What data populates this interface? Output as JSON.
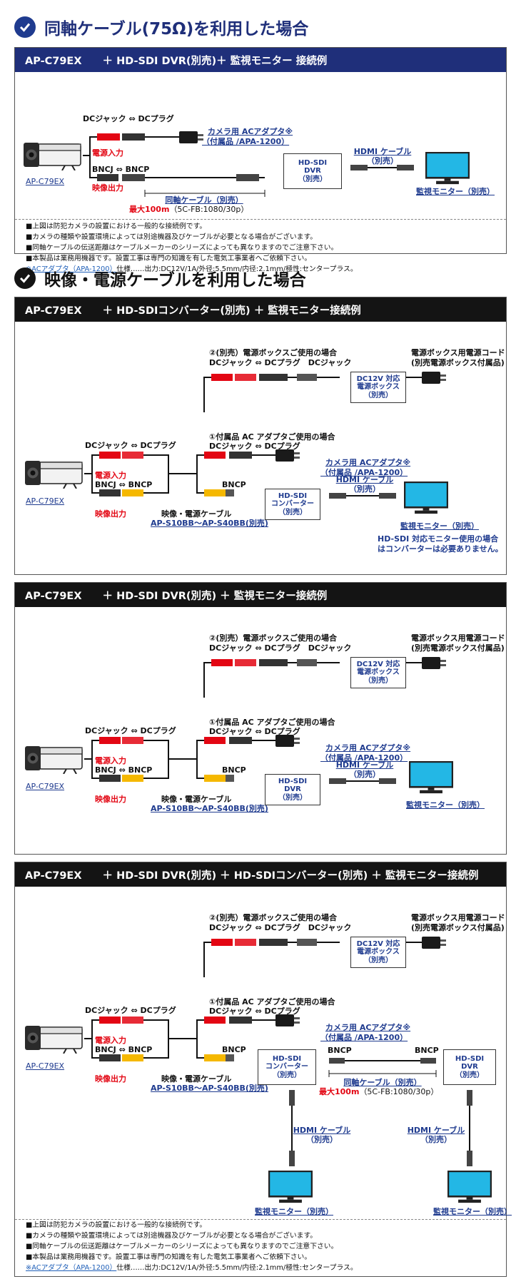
{
  "colors": {
    "navy": "#1f2f7a",
    "red": "#e30613",
    "yellow": "#f5b800",
    "monitor": "#23b7e5"
  },
  "icons": {
    "check": "check-circle-icon",
    "camera": "camera-icon",
    "monitor": "monitor-icon",
    "adapter": "ac-adapter-icon"
  },
  "section1": {
    "title": "同軸ケーブル(75Ω)を利用した場合",
    "panel_title": "AP-C79EX　　＋ HD-SDI DVR(別売)＋ 監視モニター 接続例",
    "dc_label": "DCジャック ⇔ DCプラグ",
    "power_in": "電源入力",
    "bnc_label": "BNCJ ⇔ BNCP",
    "video_out": "映像出力",
    "camera_label": "AP-C79EX",
    "adapter_1": "カメラ用 ACアダプタ※",
    "adapter_2": "（付属品 /APA-1200）",
    "dvr_1": "HD-SDI",
    "dvr_2": "DVR",
    "dvr_3": "（別売）",
    "hdmi_1": "HDMI ケーブル",
    "hdmi_2": "（別売）",
    "coax_title": "同軸ケーブル（別売）",
    "coax_max": "最大100m",
    "coax_spec": "（5C-FB:1080/30p）",
    "monitor": "監視モニター（別売）",
    "notes": [
      "■上図は防犯カメラの設置における一般的な接続例です。",
      "■カメラの種類や設置環境によっては別途機器及びケーブルが必要となる場合がございます。",
      "■同軸ケーブルの伝送距離はケーブルメーカーのシリーズによっても異なりますのでご注意下さい。",
      "■本製品は業務用機器です。設置工事は専門の知識を有した電気工事業者へご依頼下さい。"
    ],
    "note_ac_link": "※ACアダプタ（APA-1200）",
    "note_ac_spec": "仕様……出力:DC12V/1A/外径:5.5mm/内径:2.1mm/極性:センタープラス。"
  },
  "section2": {
    "title": "映像・電源ケーブルを利用した場合"
  },
  "common": {
    "opt2_title": "②(別売）電源ボックスご使用の場合",
    "opt2_conn": "DCジャック ⇔ DCプラグ　DCジャック",
    "psu_cord_1": "電源ボックス用電源コード",
    "psu_cord_2": "(別売電源ボックス付属品)",
    "psu_box_1": "DC12V 対応",
    "psu_box_2": "電源ボックス",
    "psu_box_3": "（別売）",
    "opt1_title": "①付属品 AC アダプタご使用の場合",
    "opt1_conn": "DCジャック ⇔ DCプラグ",
    "dc_label": "DCジャック ⇔ DCプラグ",
    "power_in": "電源入力",
    "bnc_label": "BNCJ ⇔ BNCP",
    "video_out": "映像出力",
    "camera_label": "AP-C79EX",
    "bncp": "BNCP",
    "adapter_1": "カメラ用 ACアダプタ※",
    "adapter_2": "（付属品 /APA-1200）",
    "vp_cable": "映像・電源ケーブル",
    "vp_models": "AP-S10BB～AP-S40BB(別売)",
    "hdmi_1": "HDMI ケーブル",
    "hdmi_2": "（別売）",
    "monitor": "監視モニター（別売）"
  },
  "diagA": {
    "panel_title": "AP-C79EX　　＋ HD-SDIコンバーター(別売) ＋ 監視モニター接続例",
    "conv_1": "HD-SDI",
    "conv_2": "コンバーター",
    "conv_3": "（別売）",
    "note_1": "HD-SDI 対応モニター使用の場合",
    "note_2": "はコンバーターは必要ありません。"
  },
  "diagB": {
    "panel_title": "AP-C79EX　　＋ HD-SDI DVR(別売) ＋ 監視モニター接続例",
    "dvr_1": "HD-SDI",
    "dvr_2": "DVR",
    "dvr_3": "（別売）"
  },
  "diagC": {
    "panel_title": "AP-C79EX　　＋ HD-SDI DVR(別売) ＋ HD-SDIコンバーター(別売) ＋ 監視モニター接続例",
    "conv_1": "HD-SDI",
    "conv_2": "コンバーター",
    "conv_3": "（別売）",
    "dvr_1": "HD-SDI",
    "dvr_2": "DVR",
    "dvr_3": "（別売）",
    "bncp_left": "BNCP",
    "bncp_right": "BNCP",
    "coax_title": "同軸ケーブル（別売）",
    "coax_max": "最大100m",
    "coax_spec": "（5C-FB:1080/30p）",
    "notes": [
      "■上図は防犯カメラの設置における一般的な接続例です。",
      "■カメラの種類や設置環境によっては別途機器及びケーブルが必要となる場合がございます。",
      "■同軸ケーブルの伝送距離はケーブルメーカーのシリーズによっても異なりますのでご注意下さい。",
      "■本製品は業務用機器です。設置工事は専門の知識を有した電気工事業者へご依頼下さい。"
    ],
    "note_ac_link": "※ACアダプタ（APA-1200）",
    "note_ac_spec": "仕様……出力:DC12V/1A/外径:5.5mm/内径:2.1mm/極性:センタープラス。"
  }
}
